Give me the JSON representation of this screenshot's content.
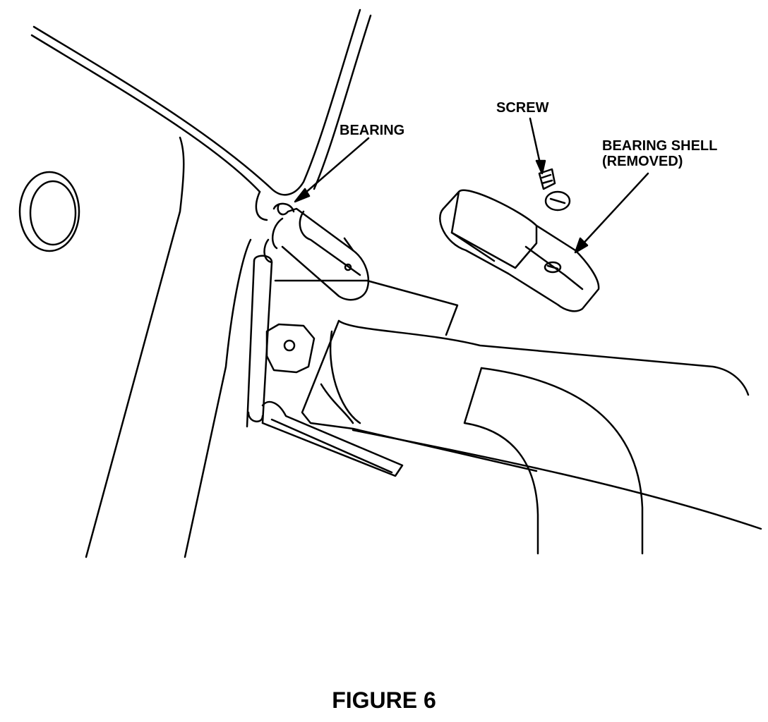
{
  "labels": {
    "screw": "SCREW",
    "bearing": "BEARING",
    "bearing_shell_line1": "BEARING SHELL",
    "bearing_shell_line2": "(REMOVED)"
  },
  "caption": "FIGURE 6",
  "colors": {
    "ink": "#000000",
    "paper": "#ffffff"
  }
}
